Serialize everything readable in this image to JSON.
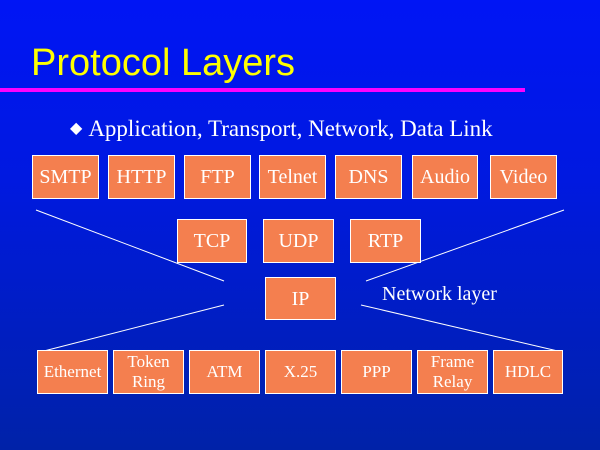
{
  "title": "Protocol Layers",
  "bullet": "Application, Transport, Network, Data Link",
  "application": [
    "SMTP",
    "HTTP",
    "FTP",
    "Telnet",
    "DNS",
    "Audio",
    "Video"
  ],
  "transport": [
    "TCP",
    "UDP",
    "RTP"
  ],
  "network": "IP",
  "network_label": "Network layer",
  "datalink": [
    "Ethernet",
    "Token Ring",
    "ATM",
    "X.25",
    "PPP",
    "Frame Relay",
    "HDLC"
  ]
}
